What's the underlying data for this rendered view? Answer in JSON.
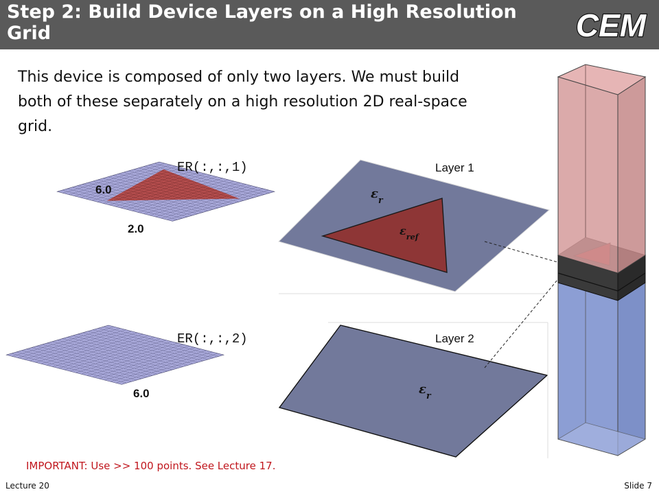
{
  "slide": {
    "title": "Step 2: Build Device Layers on a High Resolution Grid",
    "logo_text": "CEM",
    "intro": "This device is composed of only two layers.  We must build both of these separately on a high resolution 2D real-space grid.",
    "note": "IMPORTANT: Use >> 100 points.  See Lecture 17.",
    "footer_left": "Lecture 20",
    "footer_right": "Slide 7"
  },
  "grids": [
    {
      "label": "ER(:,:,1)",
      "values": [
        "6.0",
        "2.0"
      ]
    },
    {
      "label": "ER(:,:,2)",
      "values": [
        "6.0"
      ]
    }
  ],
  "layers": [
    {
      "label": "Layer 1",
      "symbols": [
        "ε_r",
        "ε_ref"
      ]
    },
    {
      "label": "Layer 2",
      "symbols": [
        "ε_r"
      ]
    }
  ],
  "colors": {
    "header_bg": "#5a5a5a",
    "grid_fill": "#a7a7d8",
    "grid_line": "#3f3f66",
    "triangle": "#b24c4c",
    "layer_fill": "#72799b",
    "note_red": "#c0161d",
    "tower_top": "#d59b9b",
    "tower_bottom": "#8c9ed4"
  }
}
